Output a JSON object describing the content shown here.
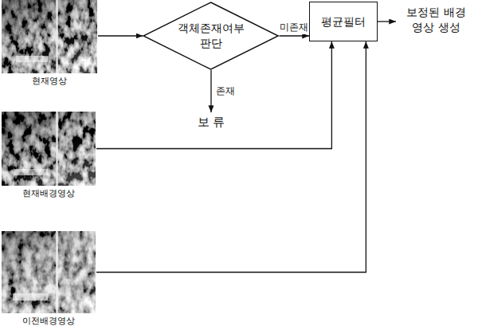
{
  "diagram": {
    "nodes": [
      {
        "text": [
          "현재영상"
        ]
      },
      {
        "text": [
          "객체존재여부 판단"
        ]
      },
      {
        "text": [
          "평균필터"
        ]
      },
      {
        "text": [
          "보정된 배경 영상 생성"
        ]
      },
      {
        "text": [
          "보 류"
        ]
      },
      {
        "text": [
          "현재배경영상"
        ]
      },
      {
        "text": [
          "이전배경영상"
        ]
      }
    ],
    "edges": [
      {
        "from": 0,
        "to": 1,
        "arrow": "to"
      },
      {
        "from": 1,
        "to": 2,
        "label": "미존재",
        "arrow": "to"
      },
      {
        "from": 1,
        "to": 4,
        "label": "존재",
        "arrow": "to"
      },
      {
        "from": 2,
        "to": 3,
        "arrow": "to"
      },
      {
        "from": 5,
        "to": 2,
        "arrow": "to"
      },
      {
        "from": 6,
        "to": 2,
        "arrow": "to"
      }
    ]
  }
}
